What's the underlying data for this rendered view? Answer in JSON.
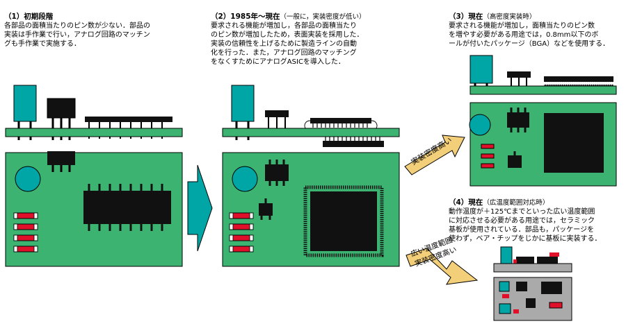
{
  "colors": {
    "pcb": "#3cb371",
    "pcb_dark": "#1e7a4a",
    "teal": "#00a6a6",
    "chip": "#111111",
    "resistor": "#e0102a",
    "arrow_teal": "#00a6a6",
    "arrow_tan": "#f3cf7a"
  },
  "panel1": {
    "title": "（1）初期段階",
    "body": "各部品の面積当たりのピン数が少ない．部品の\n実装は手作業で行い，アナログ回路のマッチン\nグも手作業で実施する．"
  },
  "panel2": {
    "title": "（2）1985年～現在",
    "subtitle": "（一般に，実装密度が低い）",
    "body": "要求される機能が増加し，各部品の面積当たり\nのピン数が増加したため，表面実装を採用した．\n実装の信頼性を上げるために製造ラインの自動\n化を行った．また，アナログ回路のマッチング\nをなくすためにアナログASICを導入した．"
  },
  "panel3": {
    "title": "（3）現在",
    "subtitle": "（高密度実装時）",
    "body": "要求される機能が増加し，面積当たりのピン数\nを増やす必要がある用途では，0.8mm以下のボ\nールが付いたパッケージ（BGA）などを使用する．"
  },
  "panel4": {
    "title": "（4）現在",
    "subtitle": "（広温度範囲対応時）",
    "body": "動作温度が＋125℃までといった広い温度範囲\nに対応させる必要がある用途では，セラミック\n基板が使用されている．部品も，パッケージを\n使わず，ベア・チップをじかに基板に実装する．"
  },
  "arrows": {
    "upper_label": "実装密度高い",
    "lower_label_line1": "広い温度範囲",
    "lower_label_line2": "実装密度高い"
  }
}
